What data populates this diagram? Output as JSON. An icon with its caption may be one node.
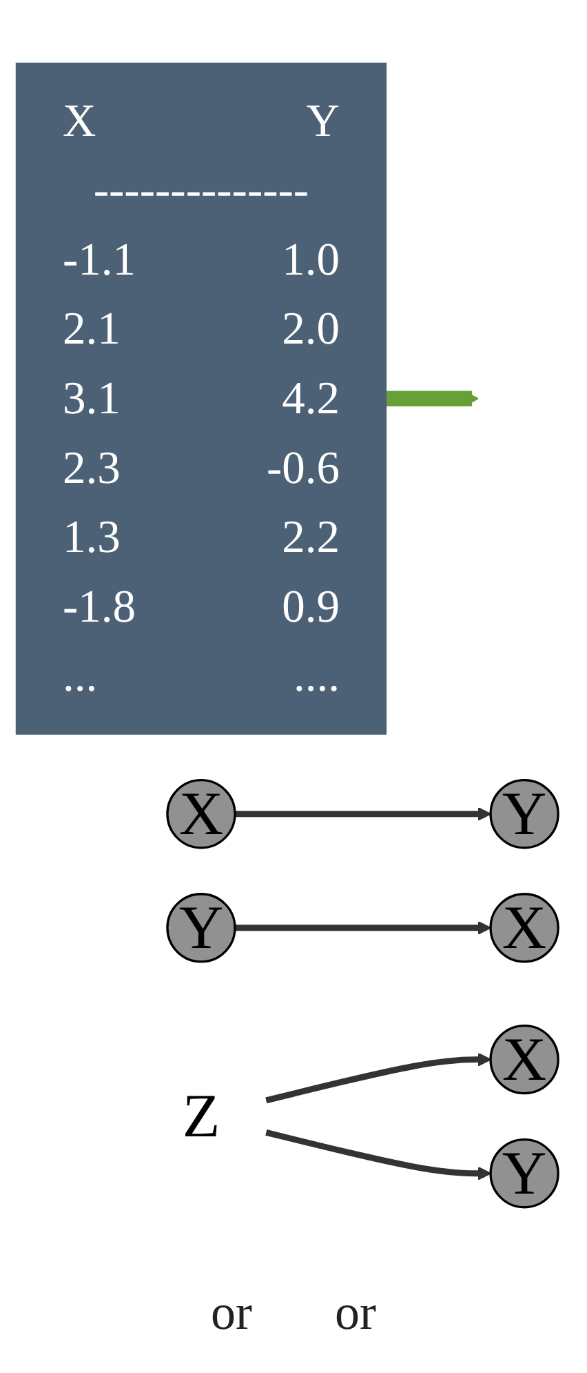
{
  "diagram": {
    "nodes": [
      {
        "text": [
          "X",
          "Y",
          "--------------",
          "-1.1",
          "1.0",
          "2.1",
          "2.0",
          "3.1",
          "4.2",
          "2.3",
          "-0.6",
          "1.3",
          "2.2",
          "-1.8",
          "0.9",
          "...",
          "...."
        ]
      },
      {
        "text": [
          "X"
        ]
      },
      {
        "text": [
          "Y"
        ]
      },
      {
        "text": [
          "X"
        ]
      },
      {
        "text": [
          "Y"
        ]
      },
      {
        "text": [
          "X"
        ]
      },
      {
        "text": [
          "Z"
        ]
      },
      {
        "text": [
          "Y"
        ]
      }
    ],
    "edges": [
      {
        "from": 0,
        "to": null,
        "arrow": "to",
        "style": "thick",
        "color": "#66a036"
      },
      {
        "from": 1,
        "to": 2,
        "arrow": "to"
      },
      {
        "from": 4,
        "to": 3,
        "arrow": "to"
      },
      {
        "from": 6,
        "to": 5,
        "arrow": "to"
      },
      {
        "from": 6,
        "to": 7,
        "arrow": "to"
      }
    ],
    "labels": [
      "or",
      "or"
    ]
  }
}
